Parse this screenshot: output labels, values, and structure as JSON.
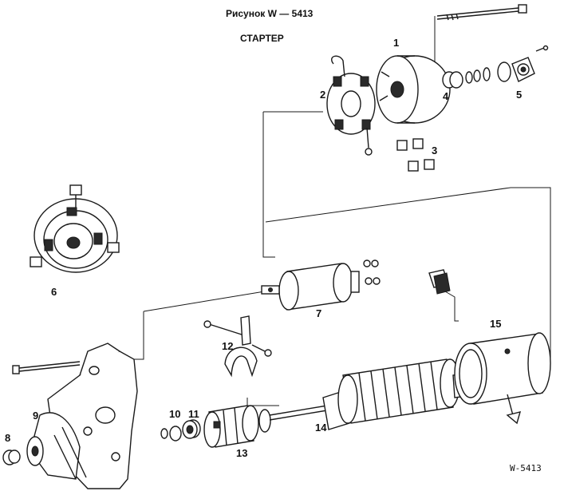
{
  "figure": {
    "title": "Рисунок W — 5413",
    "subtitle": "СТАРТЕР",
    "code": "W-5413"
  },
  "callouts": [
    "1",
    "2",
    "3",
    "4",
    "5",
    "6",
    "7",
    "8",
    "9",
    "10",
    "11",
    "12",
    "13",
    "14",
    "15"
  ]
}
